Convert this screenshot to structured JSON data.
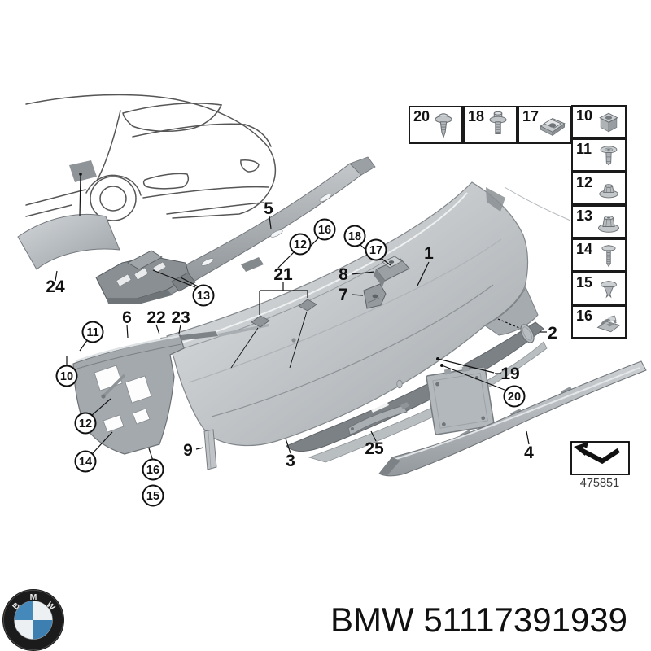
{
  "diagram": {
    "callouts": {
      "n1": "1",
      "n2": "2",
      "n3": "3",
      "n4": "4",
      "n5": "5",
      "n6": "6",
      "n7": "7",
      "n8": "8",
      "n9": "9",
      "n10": "10",
      "n11": "11",
      "n12": "12",
      "n13": "13",
      "n14": "14",
      "n15": "15",
      "n16": "16",
      "n17": "17",
      "n18": "18",
      "n19": "19",
      "n20": "20",
      "n21": "21",
      "n22": "22",
      "n23": "23",
      "n24": "24",
      "n25": "25"
    },
    "ref_code": "475851"
  },
  "legend": {
    "top_row": [
      {
        "num": "20",
        "icon": "tapping-screw"
      },
      {
        "num": "18",
        "icon": "flange-screw"
      },
      {
        "num": "17",
        "icon": "cage-nut"
      }
    ],
    "side_col": [
      {
        "num": "10",
        "icon": "square-grommet"
      },
      {
        "num": "11",
        "icon": "expansion-rivet"
      },
      {
        "num": "12",
        "icon": "plastic-nut"
      },
      {
        "num": "13",
        "icon": "flange-nut"
      },
      {
        "num": "14",
        "icon": "push-rivet-long"
      },
      {
        "num": "15",
        "icon": "push-rivet"
      },
      {
        "num": "16",
        "icon": "clamp-clip"
      }
    ]
  },
  "footer": {
    "brand": "BMW",
    "part_number": "51117391939",
    "logo_letters": "BMW"
  },
  "colors": {
    "bmw_blue_light": "#4489ba",
    "bmw_blue_dark": "#3c7fb0",
    "part_gray": "#b0b5b9",
    "dark_gray": "#878c90",
    "line_black": "#111111"
  }
}
